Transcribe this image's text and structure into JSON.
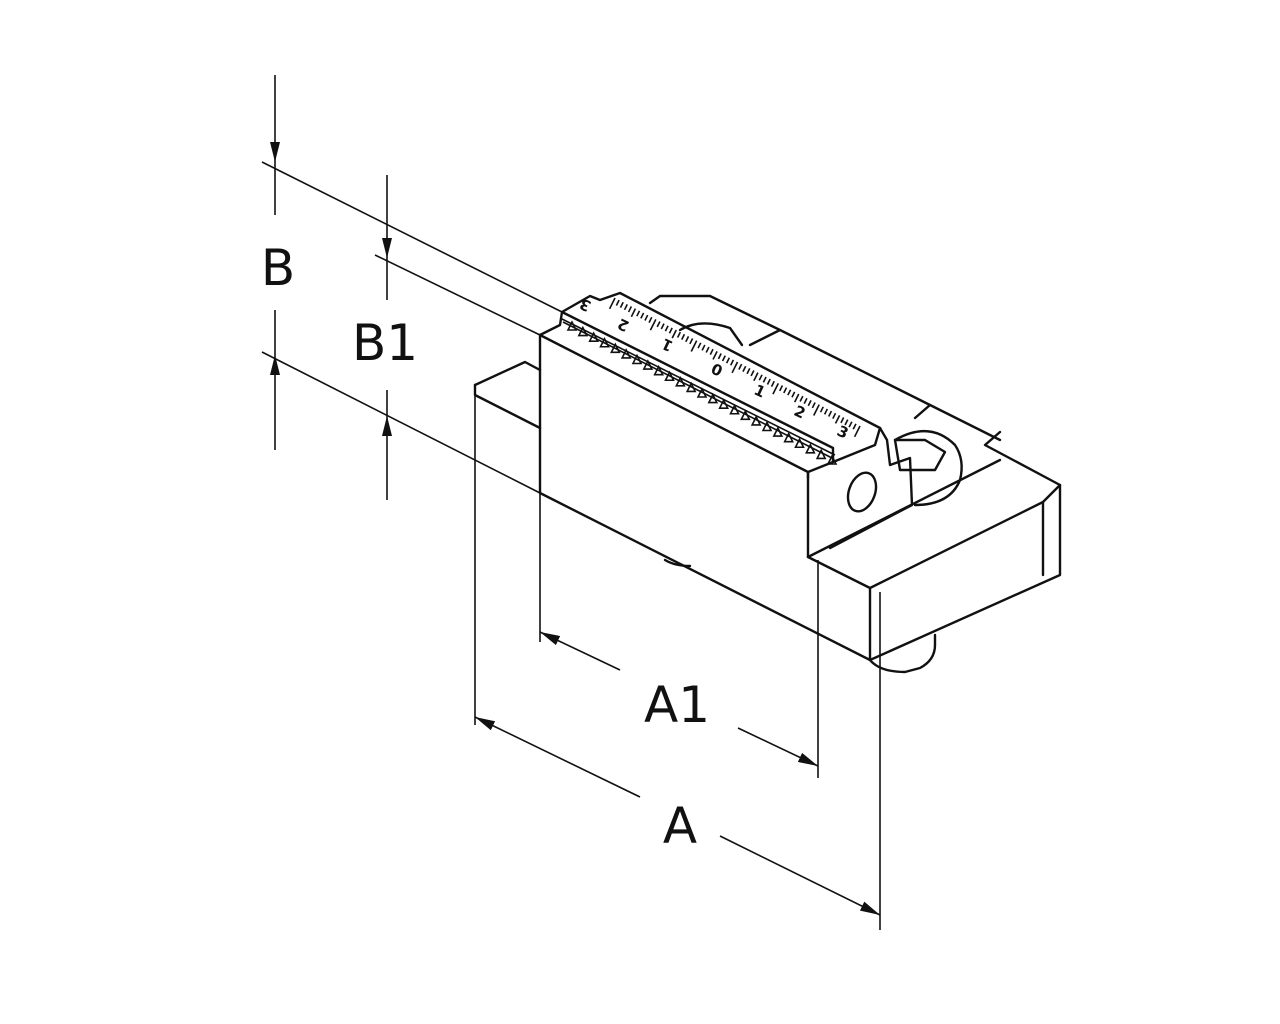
{
  "dimensions": {
    "height_total": "B",
    "height_jaw": "B1",
    "width_jaw": "A1",
    "width_total": "A"
  },
  "scale_top": [
    "3",
    "2",
    "1",
    "0",
    "1",
    "2",
    "3"
  ],
  "colors": {
    "line": "#111111",
    "background": "#ffffff"
  }
}
